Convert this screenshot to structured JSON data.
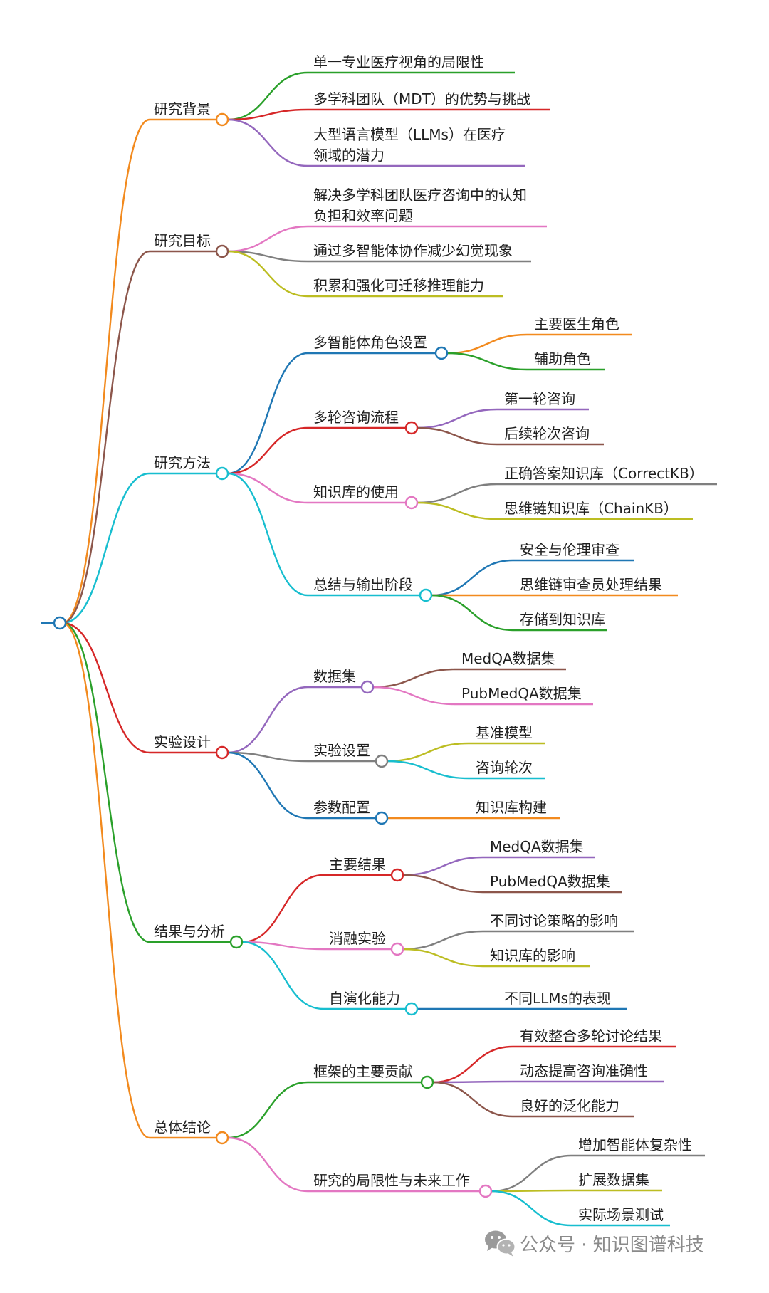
{
  "colors": {
    "orange": "#f28a1e",
    "green": "#2aa02a",
    "red": "#d62728",
    "purple": "#9467bd",
    "brown": "#8c564b",
    "pink": "#e377c2",
    "gray": "#7f7f7f",
    "olive": "#bcbd22",
    "cyan": "#17becf",
    "blue": "#1f77b4"
  },
  "watermark": {
    "icon": "wechat-icon",
    "text": "公众号 · 知识图谱科技"
  },
  "root": {
    "children": [
      {
        "label": "研究背景",
        "color": "orange",
        "children": [
          {
            "label": "单一专业医疗视角的局限性",
            "color": "green"
          },
          {
            "label": "多学科团队（MDT）的优势与挑战",
            "color": "red"
          },
          {
            "label": "大型语言模型（LLMs）在医疗\n领域的潜力",
            "color": "purple"
          }
        ]
      },
      {
        "label": "研究目标",
        "color": "brown",
        "children": [
          {
            "label": "解决多学科团队医疗咨询中的认知\n负担和效率问题",
            "color": "pink"
          },
          {
            "label": "通过多智能体协作减少幻觉现象",
            "color": "gray"
          },
          {
            "label": "积累和强化可迁移推理能力",
            "color": "olive"
          }
        ]
      },
      {
        "label": "研究方法",
        "color": "cyan",
        "children": [
          {
            "label": "多智能体角色设置",
            "color": "blue",
            "children": [
              {
                "label": "主要医生角色",
                "color": "orange"
              },
              {
                "label": "辅助角色",
                "color": "green"
              }
            ]
          },
          {
            "label": "多轮咨询流程",
            "color": "red",
            "children": [
              {
                "label": "第一轮咨询",
                "color": "purple"
              },
              {
                "label": "后续轮次咨询",
                "color": "brown"
              }
            ]
          },
          {
            "label": "知识库的使用",
            "color": "pink",
            "children": [
              {
                "label": "正确答案知识库（CorrectKB）",
                "color": "gray"
              },
              {
                "label": "思维链知识库（ChainKB）",
                "color": "olive"
              }
            ]
          },
          {
            "label": "总结与输出阶段",
            "color": "cyan",
            "children": [
              {
                "label": "安全与伦理审查",
                "color": "blue"
              },
              {
                "label": "思维链审查员处理结果",
                "color": "orange"
              },
              {
                "label": "存储到知识库",
                "color": "green"
              }
            ]
          }
        ]
      },
      {
        "label": "实验设计",
        "color": "red",
        "children": [
          {
            "label": "数据集",
            "color": "purple",
            "children": [
              {
                "label": "MedQA数据集",
                "color": "brown"
              },
              {
                "label": "PubMedQA数据集",
                "color": "pink"
              }
            ]
          },
          {
            "label": "实验设置",
            "color": "gray",
            "children": [
              {
                "label": "基准模型",
                "color": "olive"
              },
              {
                "label": "咨询轮次",
                "color": "cyan"
              }
            ]
          },
          {
            "label": "参数配置",
            "color": "blue",
            "children": [
              {
                "label": "知识库构建",
                "color": "orange"
              }
            ]
          }
        ]
      },
      {
        "label": "结果与分析",
        "color": "green",
        "children": [
          {
            "label": "主要结果",
            "color": "red",
            "children": [
              {
                "label": "MedQA数据集",
                "color": "purple"
              },
              {
                "label": "PubMedQA数据集",
                "color": "brown"
              }
            ]
          },
          {
            "label": "消融实验",
            "color": "pink",
            "children": [
              {
                "label": "不同讨论策略的影响",
                "color": "gray"
              },
              {
                "label": "知识库的影响",
                "color": "olive"
              }
            ]
          },
          {
            "label": "自演化能力",
            "color": "cyan",
            "children": [
              {
                "label": "不同LLMs的表现",
                "color": "blue"
              }
            ]
          }
        ]
      },
      {
        "label": "总体结论",
        "color": "orange",
        "children": [
          {
            "label": "框架的主要贡献",
            "color": "green",
            "children": [
              {
                "label": "有效整合多轮讨论结果",
                "color": "red"
              },
              {
                "label": "动态提高咨询准确性",
                "color": "purple"
              },
              {
                "label": "良好的泛化能力",
                "color": "brown"
              }
            ]
          },
          {
            "label": "研究的局限性与未来工作",
            "color": "pink",
            "children": [
              {
                "label": "增加智能体复杂性",
                "color": "gray"
              },
              {
                "label": "扩展数据集",
                "color": "olive"
              },
              {
                "label": "实际场景测试",
                "color": "cyan"
              }
            ]
          }
        ]
      }
    ]
  }
}
